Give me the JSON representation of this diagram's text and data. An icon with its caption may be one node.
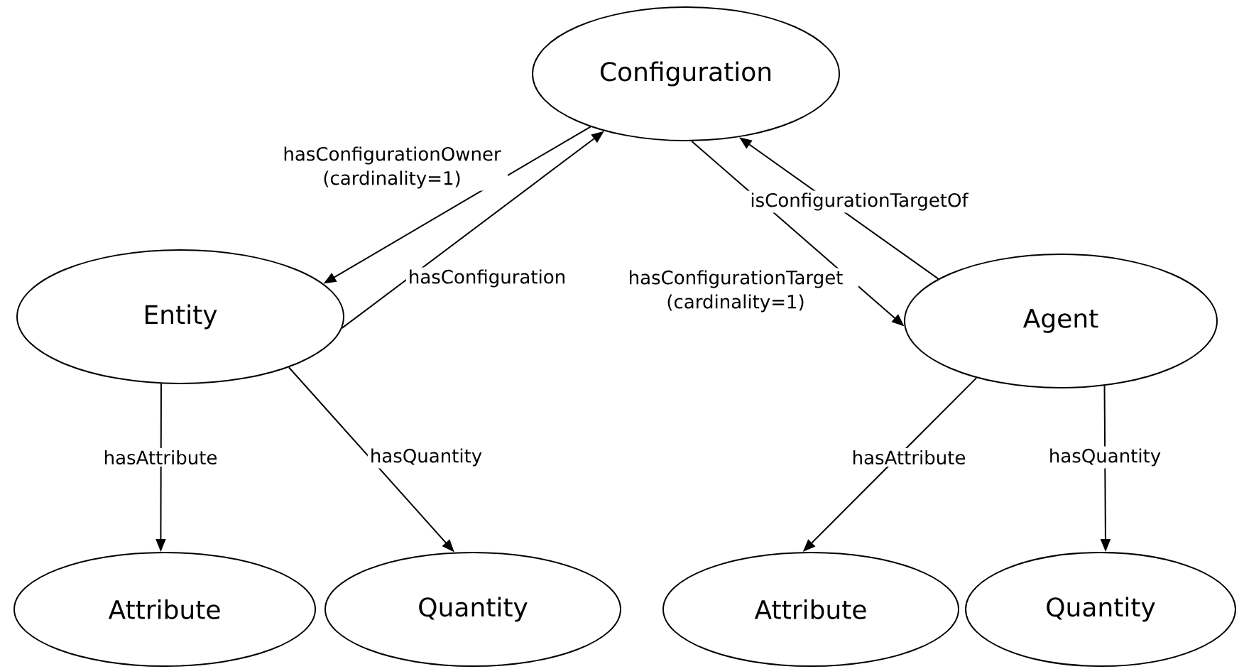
{
  "diagram": {
    "nodes": [
      {
        "text": [
          "Configuration"
        ]
      },
      {
        "text": [
          "Entity"
        ]
      },
      {
        "text": [
          "Agent"
        ]
      },
      {
        "text": [
          "Attribute"
        ]
      },
      {
        "text": [
          "Quantity"
        ]
      },
      {
        "text": [
          "Attribute"
        ]
      },
      {
        "text": [
          "Quantity"
        ]
      }
    ],
    "edges": [
      {
        "from": 0,
        "to": 1,
        "arrow": "to",
        "label": "hasConfigurationOwner (cardinality=1)"
      },
      {
        "from": 1,
        "to": 0,
        "arrow": "to",
        "label": "hasConfiguration"
      },
      {
        "from": 0,
        "to": 2,
        "arrow": "to",
        "label": "hasConfigurationTarget (cardinality=1)"
      },
      {
        "from": 2,
        "to": 0,
        "arrow": "to",
        "label": "isConfigurationTargetOf"
      },
      {
        "from": 1,
        "to": 3,
        "arrow": "to",
        "label": "hasAttribute"
      },
      {
        "from": 1,
        "to": 4,
        "arrow": "to",
        "label": "hasQuantity"
      },
      {
        "from": 2,
        "to": 5,
        "arrow": "to",
        "label": "hasAttribute"
      },
      {
        "from": 2,
        "to": 6,
        "arrow": "to",
        "label": "hasQuantity"
      }
    ]
  }
}
